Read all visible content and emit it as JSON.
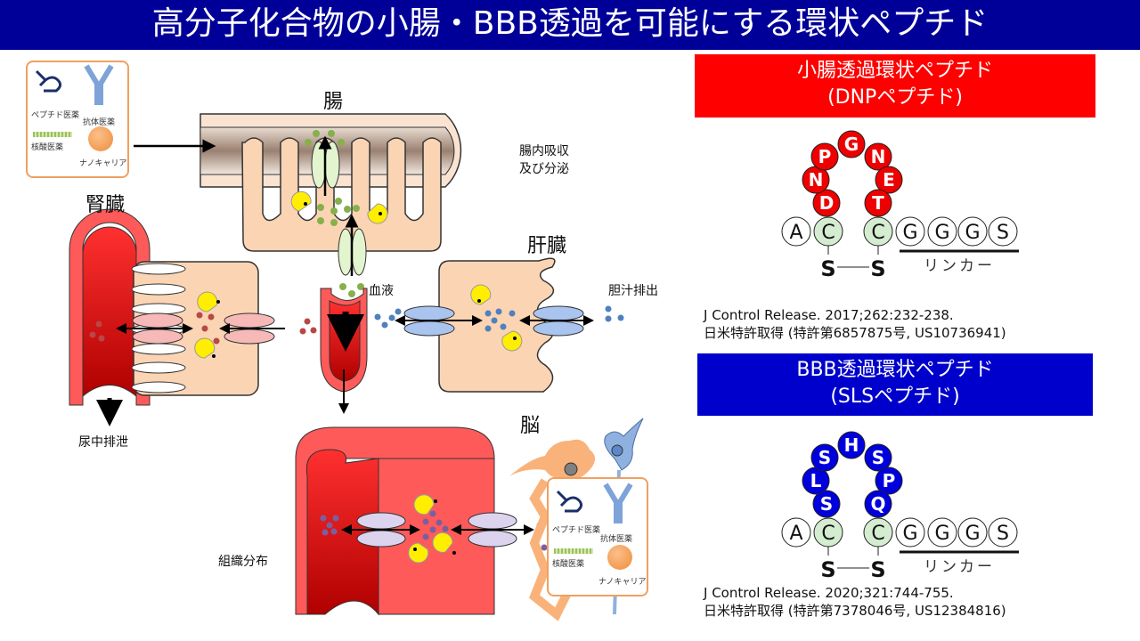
{
  "title": "高分子化合物の小腸・BBB透過を可能にする環状ペプチド",
  "colors": {
    "title_bg": "#000099",
    "dnp_header_bg": "#ff0000",
    "sls_header_bg": "#0000cc",
    "dnp_residue": "#ee0000",
    "sls_residue": "#0000dd",
    "cysteine": "#d4ecd0",
    "cell": "#fbd4b4",
    "vessel": "#ff5a5a"
  },
  "diagram": {
    "drug_box": {
      "items": [
        "ペプチド医薬",
        "抗体医薬",
        "核酸医薬",
        "ナノキャリア"
      ],
      "icons": [
        "peptide-drug-icon",
        "antibody-icon",
        "nucleic-acid-icon",
        "nanocarrier-icon"
      ]
    },
    "organs": {
      "intestine": "腸",
      "kidney": "腎臓",
      "liver": "肝臓",
      "brain": "脳",
      "blood": "血液"
    },
    "processes": {
      "intestinal": "腸内吸収\n及び分泌",
      "urinary": "尿中排泄",
      "biliary": "胆汁排出",
      "tissue": "組織分布"
    }
  },
  "dnp_peptide": {
    "header_line1": "小腸透過環状ペプチド",
    "header_line2": "(DNPペプチド)",
    "loop": [
      "D",
      "N",
      "P",
      "G",
      "N",
      "E",
      "T"
    ],
    "backbone": [
      "A",
      "C",
      "C",
      "G",
      "G",
      "G",
      "S"
    ],
    "disulfide": [
      "S",
      "S"
    ],
    "linker_label": "リンカー",
    "reference": "J Control Release. 2017;262:232-238.",
    "patent": "日米特許取得 (特許第6857875号, US10736941)"
  },
  "sls_peptide": {
    "header_line1": "BBB透過環状ペプチド",
    "header_line2": "(SLSペプチド)",
    "loop": [
      "S",
      "L",
      "S",
      "H",
      "S",
      "P",
      "Q"
    ],
    "backbone": [
      "A",
      "C",
      "C",
      "G",
      "G",
      "G",
      "S"
    ],
    "disulfide": [
      "S",
      "S"
    ],
    "linker_label": "リンカー",
    "reference": "J Control Release. 2020;321:744-755.",
    "patent": "日米特許取得 (特許第7378046号, US12384816)"
  }
}
